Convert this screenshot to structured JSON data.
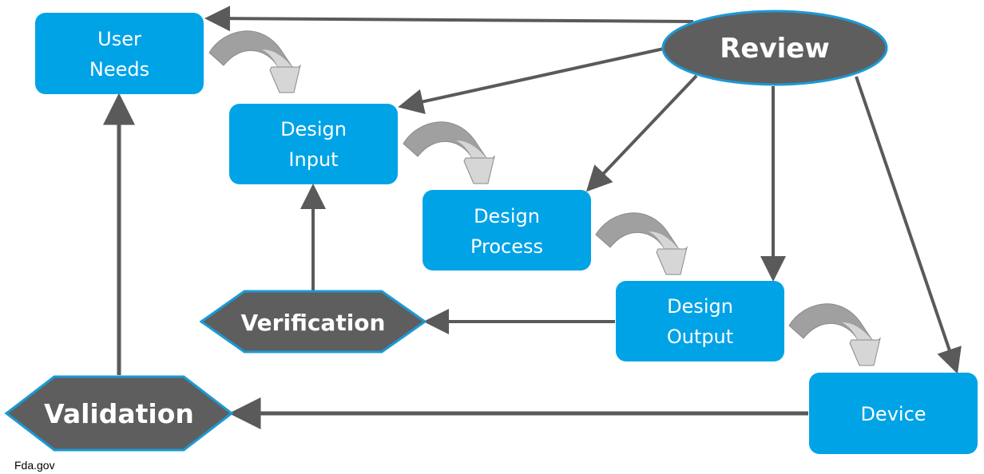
{
  "colors": {
    "box_fill": "#00a3e6",
    "dark_fill": "#5e5e5e",
    "dark_stroke": "#1a9ad6",
    "connector": "#5a5a5a",
    "curved_dark": "#a0a0a0",
    "curved_light": "#d6d6d6"
  },
  "nodes": {
    "user_needs": {
      "line1": "User",
      "line2": "Needs"
    },
    "design_input": {
      "line1": "Design",
      "line2": "Input"
    },
    "design_process": {
      "line1": "Design",
      "line2": "Process"
    },
    "design_output": {
      "line1": "Design",
      "line2": "Output"
    },
    "device": {
      "label": "Device"
    },
    "review": {
      "label": "Review"
    },
    "verification": {
      "label": "Verification"
    },
    "validation": {
      "label": "Validation"
    }
  },
  "edges": [
    {
      "from": "Review",
      "to": "User Needs"
    },
    {
      "from": "Review",
      "to": "Design Input"
    },
    {
      "from": "Review",
      "to": "Design Process"
    },
    {
      "from": "Review",
      "to": "Design Output"
    },
    {
      "from": "Review",
      "to": "Device"
    },
    {
      "from": "Design Output",
      "to": "Verification"
    },
    {
      "from": "Verification",
      "to": "Design Input"
    },
    {
      "from": "Device",
      "to": "Validation"
    },
    {
      "from": "Validation",
      "to": "User Needs"
    }
  ],
  "flow_steps": [
    {
      "from": "User Needs",
      "to": "Design Input"
    },
    {
      "from": "Design Input",
      "to": "Design Process"
    },
    {
      "from": "Design Process",
      "to": "Design Output"
    },
    {
      "from": "Design Output",
      "to": "Device"
    }
  ],
  "credit": "Fda.gov"
}
